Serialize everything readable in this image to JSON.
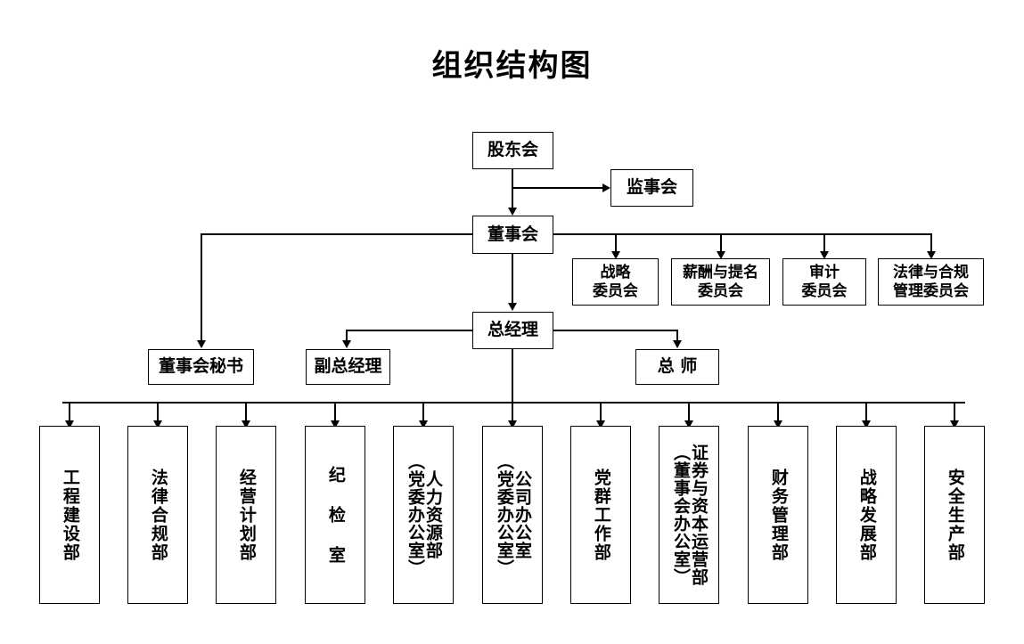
{
  "title": "组织结构图",
  "nodes": {
    "shareholders": "股东会",
    "supervisors": "监事会",
    "board": "董事会",
    "board_secretary": "董事会秘书",
    "general_manager": "总经理",
    "deputy_general_manager": "副总经理",
    "chief_engineer": "总 师"
  },
  "committees": [
    {
      "line1": "战略",
      "line2": "委员会"
    },
    {
      "line1": "薪酬与提名",
      "line2": "委员会"
    },
    {
      "line1": "审计",
      "line2": "委员会"
    },
    {
      "line1": "法律与合规",
      "line2": "管理委员会"
    }
  ],
  "departments": [
    {
      "main": "工程建设部",
      "paren": ""
    },
    {
      "main": "法律合规部",
      "paren": ""
    },
    {
      "main": "经营计划部",
      "paren": ""
    },
    {
      "main": "纪 检 室",
      "paren": ""
    },
    {
      "main": "人力资源部",
      "paren": "（党委办公室）"
    },
    {
      "main": "公司办公室",
      "paren": "（党委办公室）"
    },
    {
      "main": "党群工作部",
      "paren": ""
    },
    {
      "main": "证券与资本运营部",
      "paren": "（董事会办公室）"
    },
    {
      "main": "财务管理部",
      "paren": ""
    },
    {
      "main": "战略发展部",
      "paren": ""
    },
    {
      "main": "安全生产部",
      "paren": ""
    }
  ],
  "colors": {
    "background": "#ffffff",
    "line": "#000000",
    "text": "#000000",
    "box_fill": "#ffffff"
  }
}
